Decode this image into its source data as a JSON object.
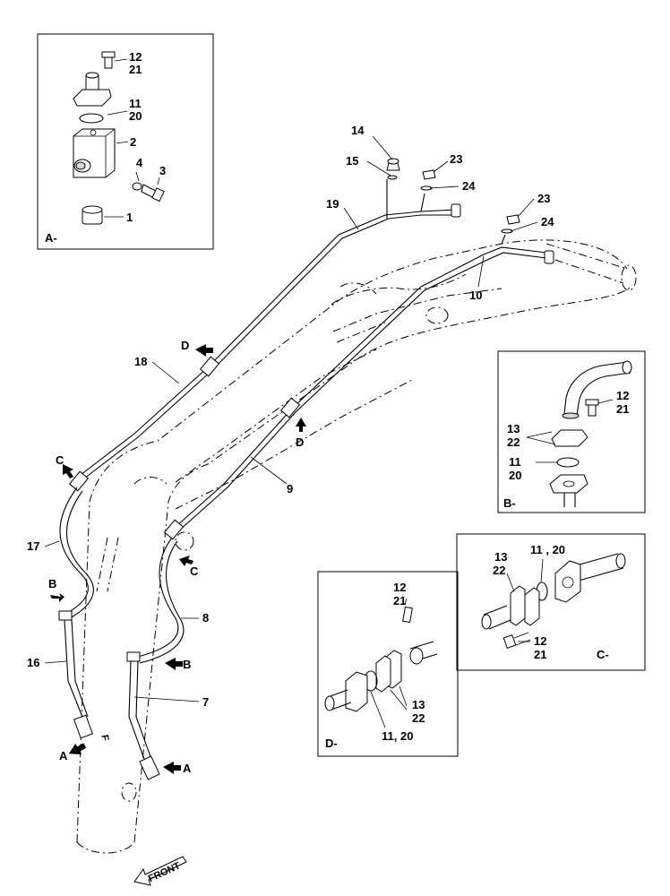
{
  "insets": {
    "a": {
      "tag": "A-",
      "labels": [
        "12",
        "21",
        "11",
        "20",
        "2",
        "4",
        "3",
        "1"
      ]
    },
    "b": {
      "tag": "B-",
      "labels": [
        "12",
        "21",
        "13",
        "22",
        "11",
        "20"
      ]
    },
    "c": {
      "tag": "C-",
      "labels": [
        "13",
        "22",
        "11 , 20",
        "12",
        "21"
      ]
    },
    "d": {
      "tag": "D-",
      "labels": [
        "12",
        "21",
        "13",
        "22",
        "11, 20"
      ]
    }
  },
  "callouts": [
    "14",
    "15",
    "23",
    "24",
    "19",
    "23",
    "24",
    "10",
    "18",
    "9",
    "17",
    "16",
    "8",
    "7"
  ],
  "arrows": [
    "D",
    "D",
    "C",
    "C",
    "B",
    "B",
    "A",
    "A"
  ],
  "front_label": "FRONT",
  "boom_mark": "F"
}
